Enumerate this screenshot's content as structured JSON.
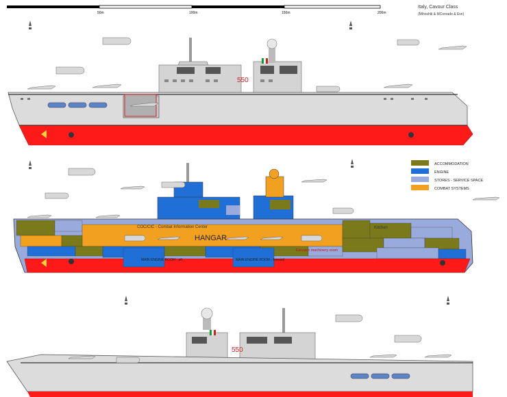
{
  "title": "Italy, Cavour Class",
  "credit": "(Mihoshik & MConrado & Eve)",
  "scale": {
    "ticks": [
      "50m",
      "100m",
      "150m",
      "200m"
    ]
  },
  "hull_number": "550",
  "legend": [
    {
      "label": "ACCOMMODATION",
      "color": "#7a7a1c"
    },
    {
      "label": "ENGINE",
      "color": "#1f6fd6"
    },
    {
      "label": "STORES - SERVICE SPACE",
      "color": "#99aadd"
    },
    {
      "label": "COMBAT SYSTEMS",
      "color": "#f2a020"
    }
  ],
  "cutaway": {
    "cic": "COC/CIC - Combat Information Center",
    "hangar": "HANGAR",
    "kitchen": "Kitchen",
    "elevator": "Elevator machinery room",
    "engine_aft": "MAIN ENGINE ROOM - aft",
    "engine_fwd": "MAIN ENGINE ROOM - forward"
  },
  "colors": {
    "hull_red": "#ff1a1a",
    "hull_grey": "#dcdcdc",
    "waterline": "#222222"
  }
}
